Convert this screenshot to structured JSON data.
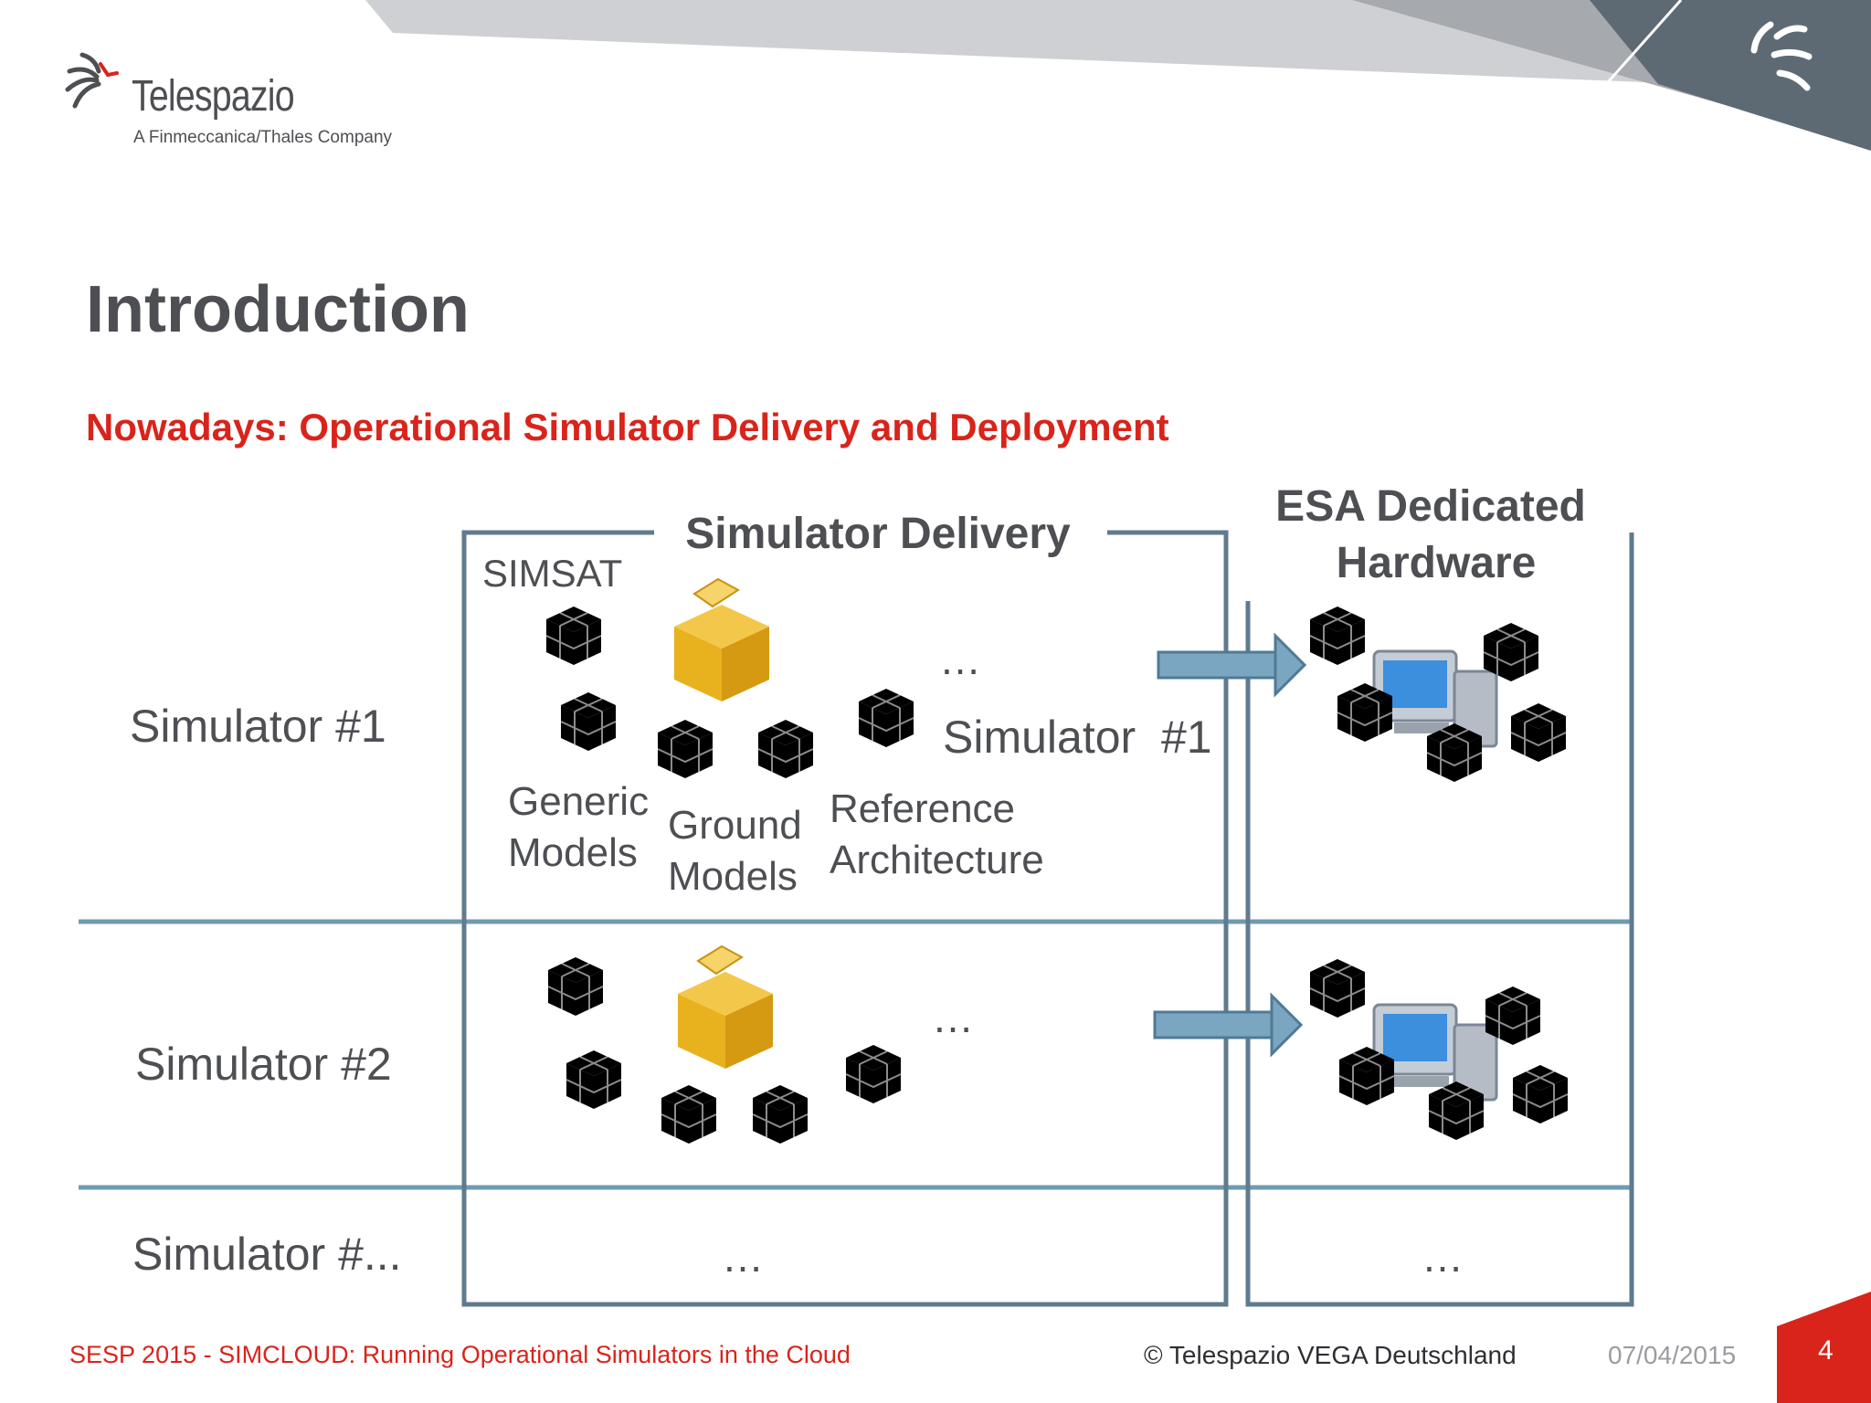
{
  "logo": {
    "name": "Telespazio",
    "tagline": "A Finmeccanica/Thales Company"
  },
  "title": "Introduction",
  "subtitle": "Nowadays: Operational Simulator Delivery and Deployment",
  "diagram": {
    "delivery_heading": "Simulator Delivery",
    "hardware_heading_line1": "ESA Dedicated",
    "hardware_heading_line2": "Hardware",
    "simsat": "SIMSAT",
    "simulator_label_line": "Simulator  #1",
    "generic_models_1": "Generic",
    "generic_models_2": "Models",
    "ground_models_1": "Ground",
    "ground_models_2": "Models",
    "reference_arch_1": "Reference",
    "reference_arch_2": "Architecture",
    "ellipsis": "…",
    "rows": [
      "Simulator #1",
      "Simulator #2",
      "Simulator #..."
    ]
  },
  "footer": {
    "event": "SESP 2015 - SIMCLOUD: Running Operational Simulators in the Cloud",
    "copyright": "© Telespazio VEGA Deutschland",
    "date": "07/04/2015",
    "page": "4"
  },
  "colors": {
    "title": "#4d4f53",
    "accent_red": "#d9241b",
    "frame": "#5f7b8e",
    "row_divider": "#6e9bb0",
    "arrow": "#7aa6c2",
    "cube_yellow": "#e8b21f",
    "cube_green": "#8db05e",
    "cube_red": "#c2393a"
  },
  "icons": [
    "telespazio-logo-icon",
    "cube-icon",
    "package-box-icon",
    "computer-icon",
    "arrow-right-icon"
  ]
}
